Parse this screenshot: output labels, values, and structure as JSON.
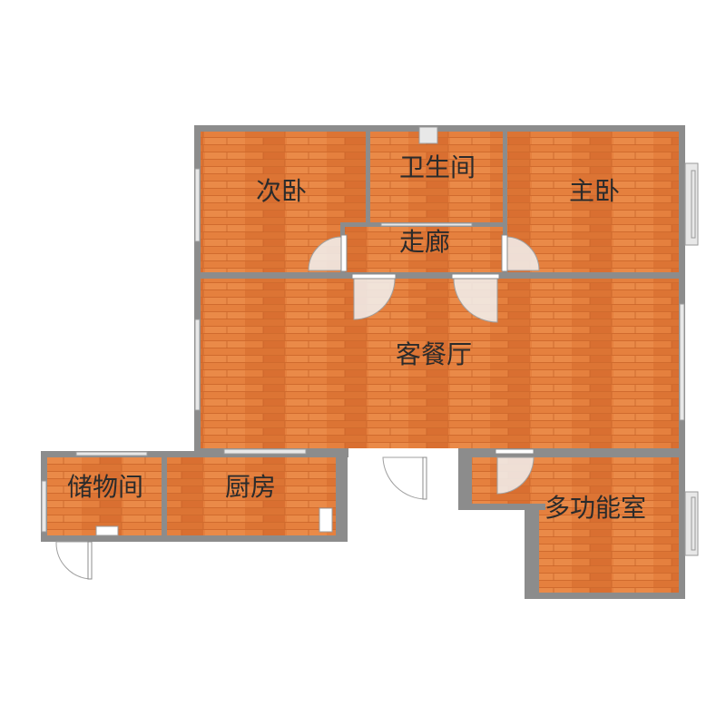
{
  "rooms": {
    "second_bedroom": "次卧",
    "bathroom": "卫生间",
    "master_bedroom": "主卧",
    "corridor": "走廊",
    "living_dining": "客餐厅",
    "storage": "储物间",
    "kitchen": "厨房",
    "multi_function": "多功能室"
  },
  "colors": {
    "wall": "#8c8c8c",
    "floor": "#e57f3c",
    "floor_dark": "#d16a2e",
    "window": "#e8e8e8",
    "door_swing": "#f2f2f2"
  }
}
